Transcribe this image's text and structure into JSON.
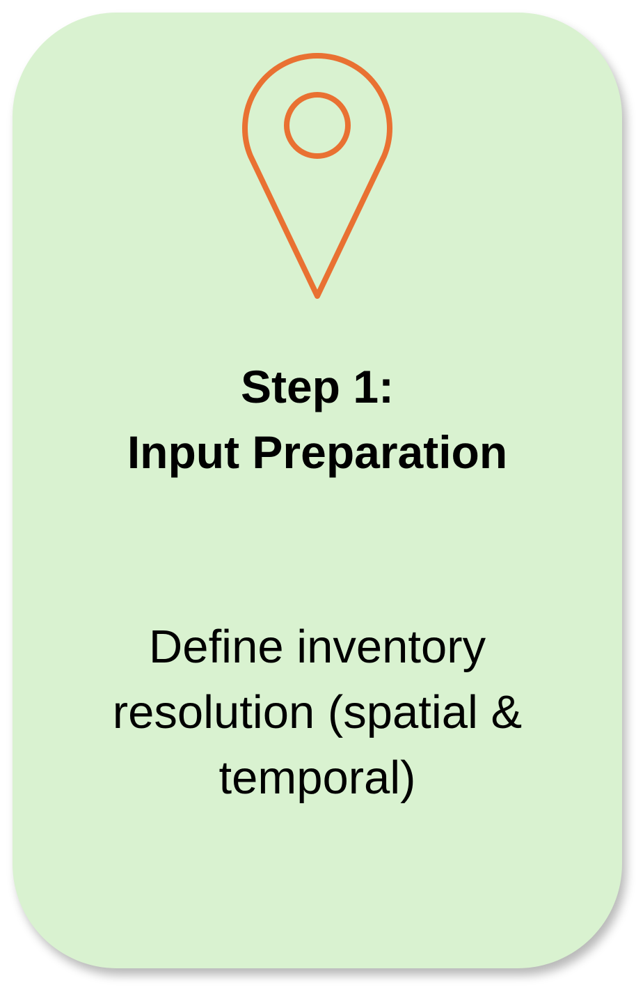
{
  "card": {
    "icon": "location-pin-icon",
    "icon_color": "#e97132",
    "background": "#d9f2d0",
    "title_line1": "Step 1:",
    "title_line2": "Input Preparation",
    "description": "Define inventory resolution (spatial & temporal)"
  }
}
